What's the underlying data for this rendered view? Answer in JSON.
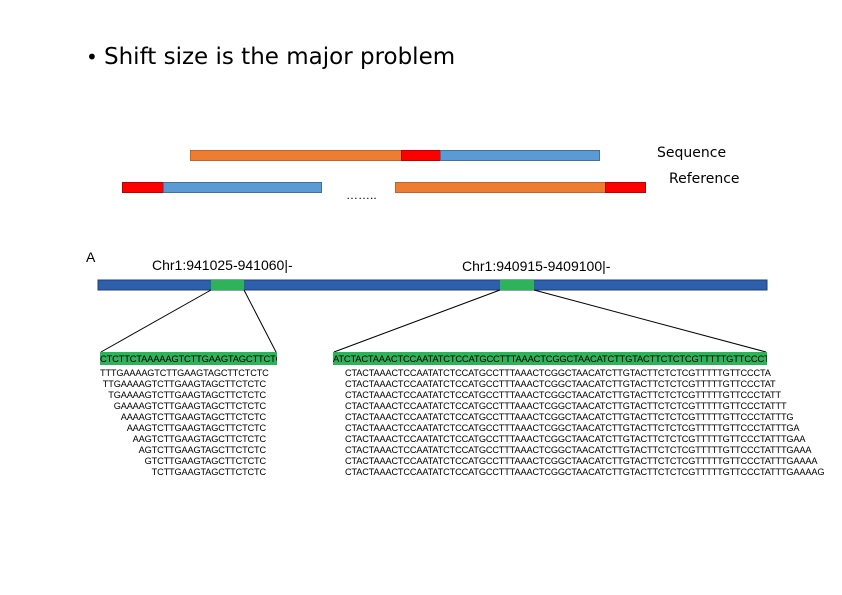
{
  "slide": {
    "bullet": "Shift size is the major problem"
  },
  "top_diagram": {
    "sequence_label": "Sequence",
    "reference_label": "Reference",
    "ellipsis": "……..",
    "colors": {
      "orange": "#ed7d31",
      "blue": "#5b9bd5",
      "red": "#ff0000"
    }
  },
  "panel": {
    "letter": "A",
    "left_locus": "Chr1:941025-941060|-",
    "right_locus": "Chr1:940915-9409100|-",
    "chromosome_color": "#2e5fab",
    "highlight_color": "#2fb35a",
    "left_block": {
      "consensus": "CTCTTCTAAAAAGTCTTGAAGTAGCTTCTCTCTG",
      "reads": [
        "TTTGAAAAGTCTTGAAGTAGCTTCTCTC",
        "TTGAAAAGTCTTGAAGTAGCTTCTCTC",
        "TGAAAAGTCTTGAAGTAGCTTCTCTC",
        "GAAAAGTCTTGAAGTAGCTTCTCTC",
        "AAAAGTCTTGAAGTAGCTTCTCTC",
        "AAAGTCTTGAAGTAGCTTCTCTC",
        "AAGTCTTGAAGTAGCTTCTCTC",
        "AGTCTTGAAGTAGCTTCTCTC",
        "GTCTTGAAGTAGCTTCTCTC",
        "TCTTGAAGTAGCTTCTCTC"
      ]
    },
    "right_block": {
      "consensus": "ATCTACTAAACTCCAATATCTCCATGCCTTTAAACTCGGCTAACATCTTGTACTTCTCTCGTTTTTGTTCCCTATTTGAAGAAGA",
      "reads": [
        "CTACTAAACTCCAATATCTCCATGCCTTTAAACTCGGCTAACATCTTGTACTTCTCTCGTTTTTGTTCCCTA",
        "CTACTAAACTCCAATATCTCCATGCCTTTAAACTCGGCTAACATCTTGTACTTCTCTCGTTTTTGTTCCCTAT",
        "CTACTAAACTCCAATATCTCCATGCCTTTAAACTCGGCTAACATCTTGTACTTCTCTCGTTTTTGTTCCCTATT",
        "CTACTAAACTCCAATATCTCCATGCCTTTAAACTCGGCTAACATCTTGTACTTCTCTCGTTTTTGTTCCCTATTT",
        "CTACTAAACTCCAATATCTCCATGCCTTTAAACTCGGCTAACATCTTGTACTTCTCTCGTTTTTGTTCCCTATTTG",
        "CTACTAAACTCCAATATCTCCATGCCTTTAAACTCGGCTAACATCTTGTACTTCTCTCGTTTTTGTTCCCTATTTGA",
        "CTACTAAACTCCAATATCTCCATGCCTTTAAACTCGGCTAACATCTTGTACTTCTCTCGTTTTTGTTCCCTATTTGAA",
        "CTACTAAACTCCAATATCTCCATGCCTTTAAACTCGGCTAACATCTTGTACTTCTCTCGTTTTTGTTCCCTATTTGAAA",
        "CTACTAAACTCCAATATCTCCATGCCTTTAAACTCGGCTAACATCTTGTACTTCTCTCGTTTTTGTTCCCTATTTGAAAA",
        "CTACTAAACTCCAATATCTCCATGCCTTTAAACTCGGCTAACATCTTGTACTTCTCTCGTTTTTGTTCCCTATTTGAAAAG"
      ]
    }
  }
}
